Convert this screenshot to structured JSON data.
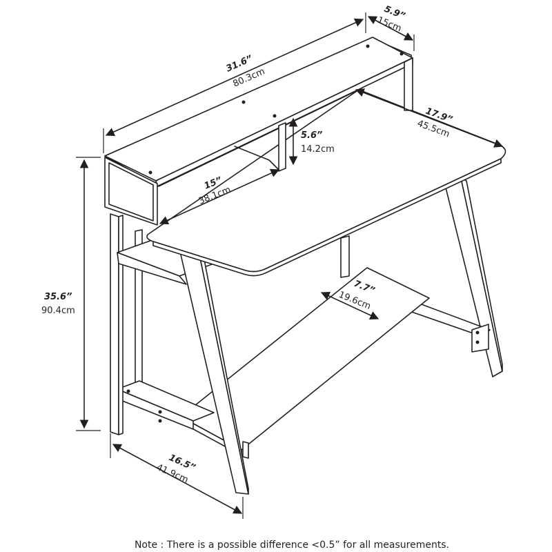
{
  "dimensions": {
    "hutch_width": {
      "inches": "31.6”",
      "cm": "80.3cm"
    },
    "hutch_depth": {
      "inches": "5.9”",
      "cm": "15cm"
    },
    "desk_depth": {
      "inches": "17.9”",
      "cm": "45.5cm"
    },
    "hutch_height": {
      "inches": "5.6”",
      "cm": "14.2cm"
    },
    "cubby_width": {
      "inches": "15”",
      "cm": "38.1cm"
    },
    "total_height": {
      "inches": "35.6”",
      "cm": "90.4cm"
    },
    "shelf_depth": {
      "inches": "7.7”",
      "cm": "19.6cm"
    },
    "leg_depth": {
      "inches": "16.5”",
      "cm": "41.9cm"
    }
  },
  "note": "Note : There is a possible difference <0.5” for all measurements."
}
